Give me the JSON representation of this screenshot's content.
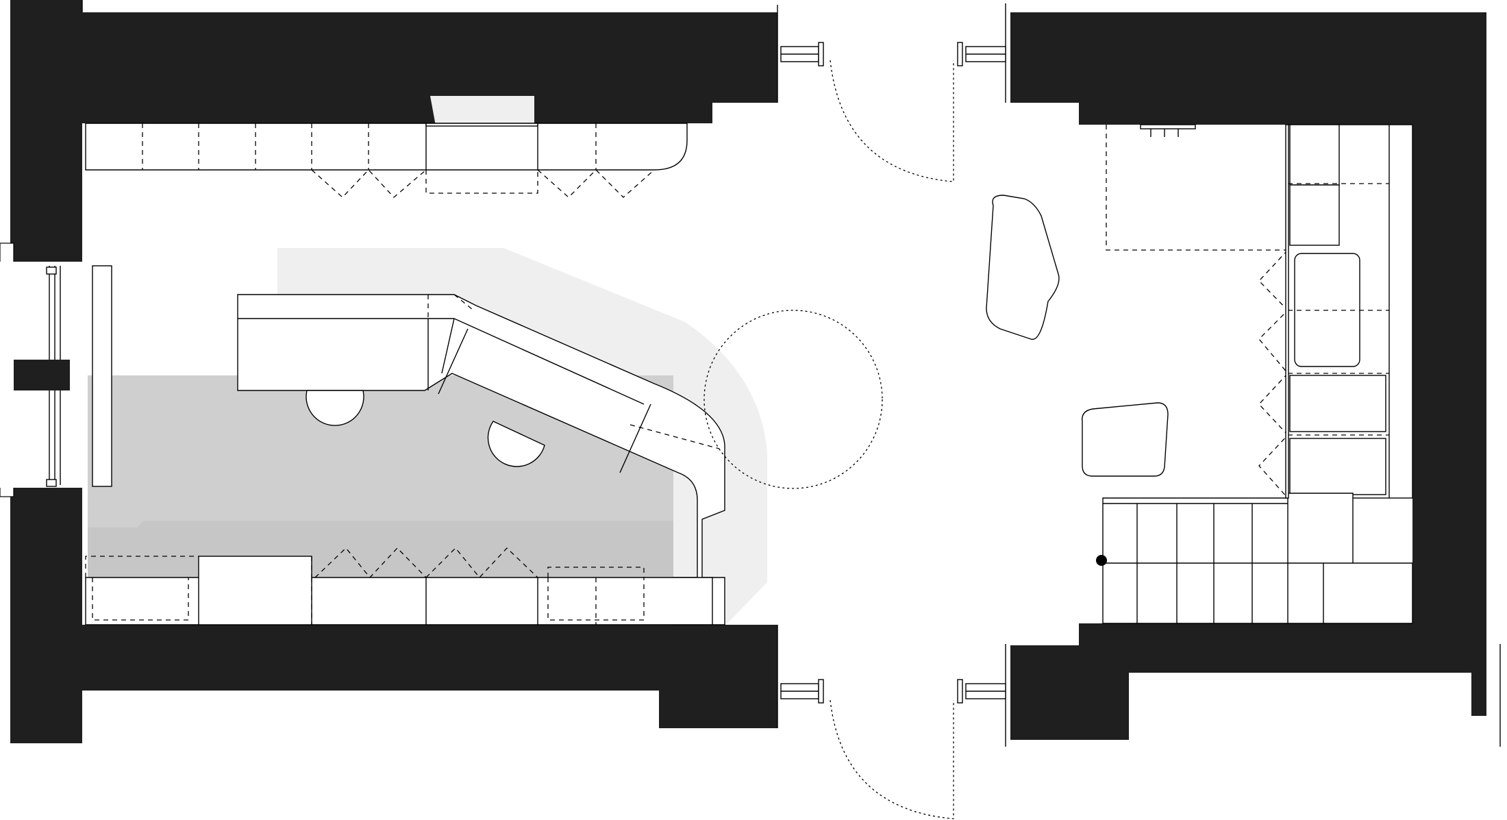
{
  "drawing": {
    "kind": "architectural floor plan",
    "colors": {
      "wall": "#1f1f1f",
      "floor_highlight_light": "#efefef",
      "floor_highlight_dark": "#cfcfcf",
      "lines": "#000000",
      "background": "#ffffff"
    },
    "elements": {
      "left_room": [
        "kitchen-counter-top",
        "kitchen-counter-bottom",
        "angled-island-bench",
        "round-stool-1",
        "round-stool-2",
        "window-bay-left",
        "wall-panel-left"
      ],
      "right_room": [
        "sofa-side-table",
        "pebble-table-large",
        "pebble-table-small",
        "storage-wall",
        "staircase",
        "newel-post",
        "wall-cabinet-top"
      ],
      "openings": [
        "entrance-door-top-left",
        "entrance-door-top-right",
        "entrance-door-bottom-left",
        "entrance-door-bottom-right",
        "swing-circle"
      ]
    }
  }
}
